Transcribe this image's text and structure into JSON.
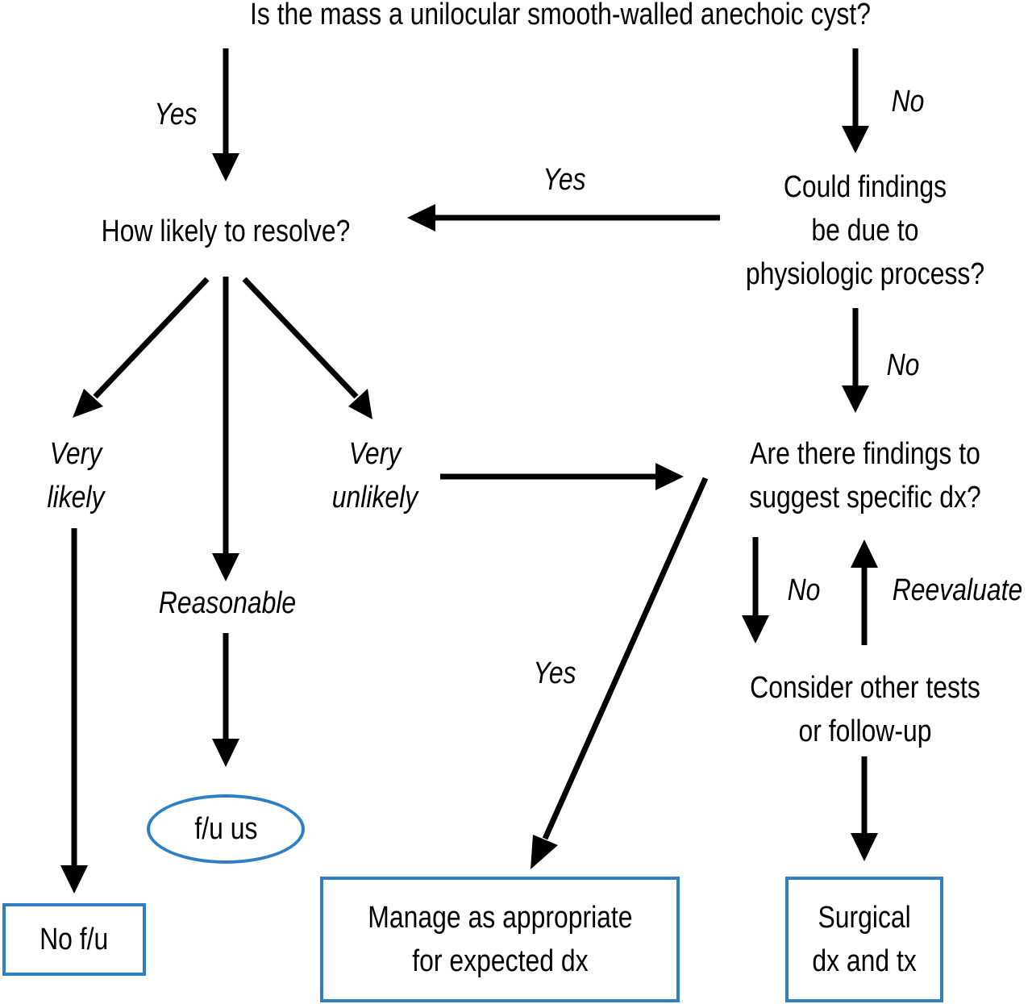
{
  "nodes": {
    "start": "Is the mass a unilocular smooth-walled anechoic cyst?",
    "resolve": "How likely to resolve?",
    "physiologic": [
      "Could findings",
      "be due to",
      "physiologic process?"
    ],
    "specific": [
      "Are there findings to",
      "suggest specific dx?"
    ],
    "very_likely": [
      "Very",
      "likely"
    ],
    "reasonable": "Reasonable",
    "very_unlikely": [
      "Very",
      "unlikely"
    ],
    "other_tests": [
      "Consider other tests",
      "or follow-up"
    ],
    "fu_us": "f/u us",
    "no_fu": "No f/u",
    "manage": [
      "Manage as appropriate",
      "for expected dx"
    ],
    "surgical": [
      "Surgical",
      "dx and tx"
    ]
  },
  "edges": {
    "start_yes": "Yes",
    "start_no": "No",
    "physio_yes": "Yes",
    "physio_no": "No",
    "specific_yes": "Yes",
    "specific_no": "No",
    "reevaluate": "Reevaluate"
  },
  "colors": {
    "outline": "#2f7fc4",
    "arrow": "#000000"
  }
}
